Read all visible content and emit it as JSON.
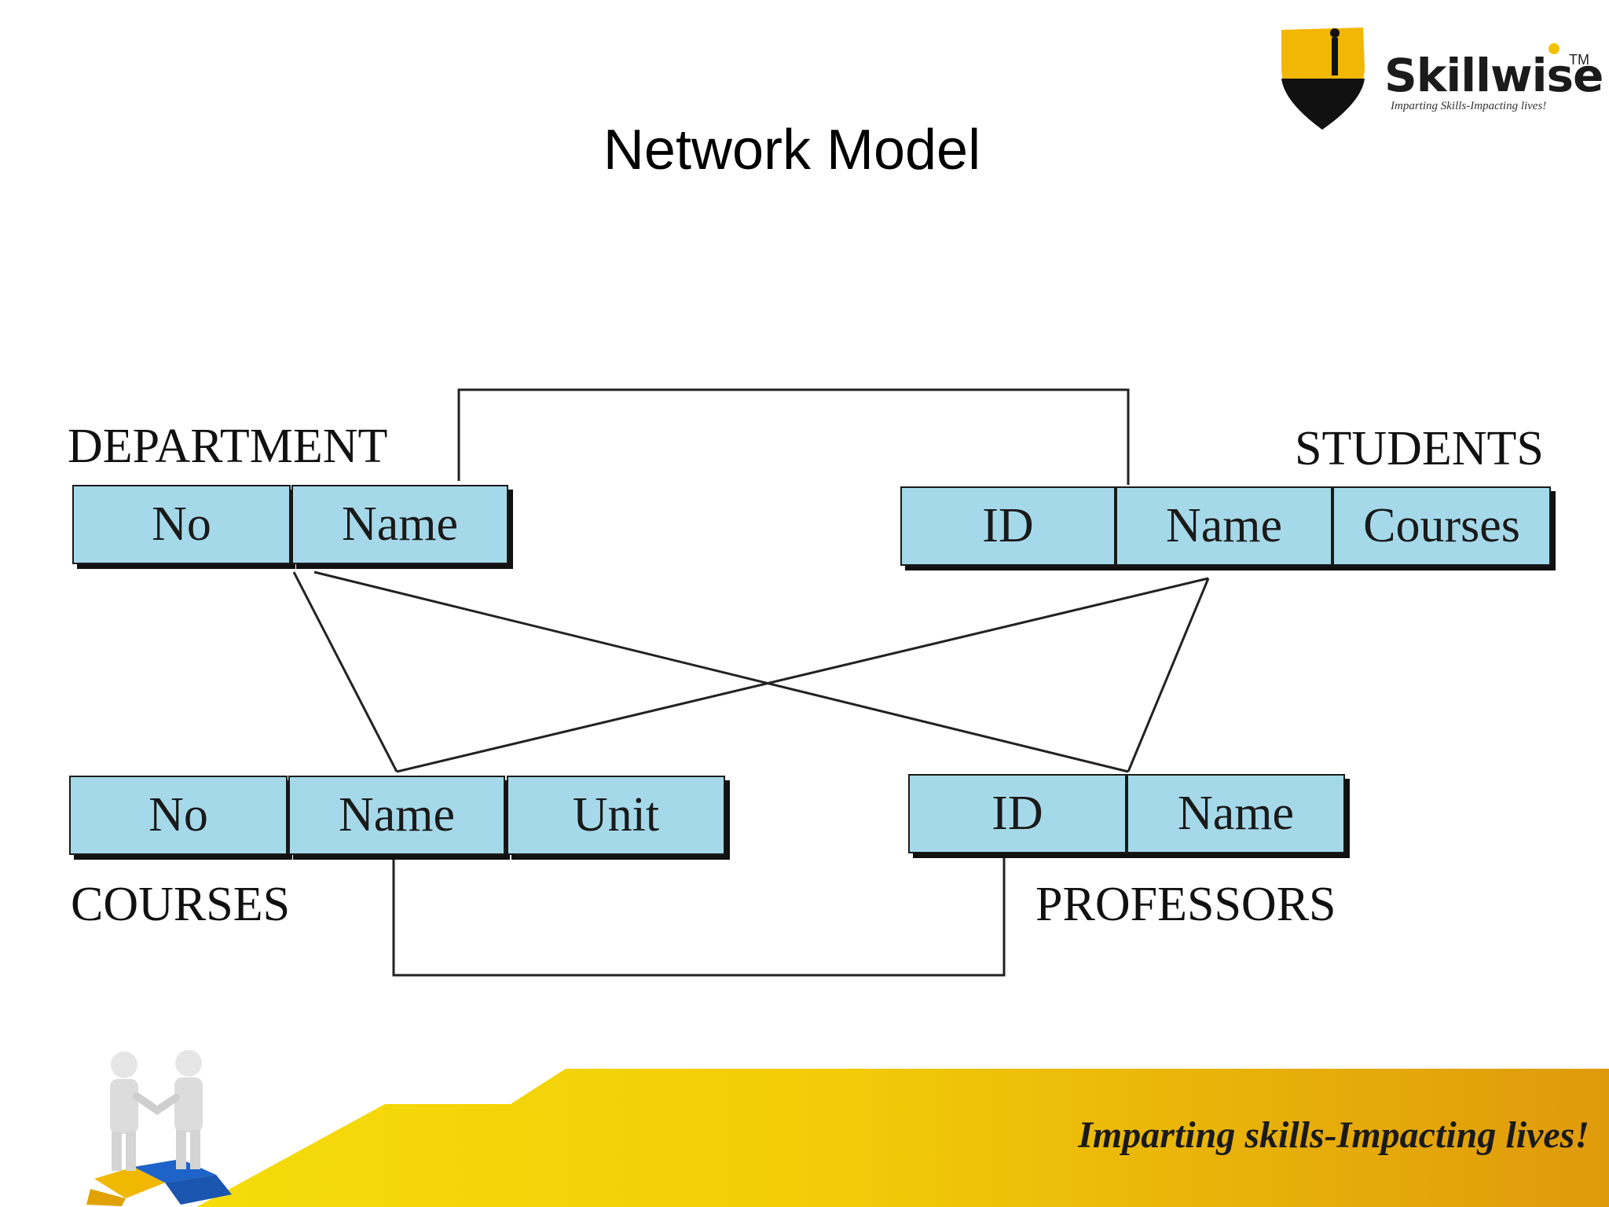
{
  "title": "Network Model",
  "brand": {
    "name": "Skillwise",
    "trademark": "TM",
    "tagline": "Imparting Skills-Impacting lives!"
  },
  "footer": {
    "tagline": "Imparting skills-Impacting lives!"
  },
  "diagram": {
    "records": {
      "department": {
        "label": "DEPARTMENT",
        "fields": [
          "No",
          "Name"
        ]
      },
      "students": {
        "label": "STUDENTS",
        "fields": [
          "ID",
          "Name",
          "Courses"
        ]
      },
      "courses": {
        "label": "COURSES",
        "fields": [
          "No",
          "Name",
          "Unit"
        ]
      },
      "professors": {
        "label": "PROFESSORS",
        "fields": [
          "ID",
          "Name"
        ]
      }
    },
    "links": [
      {
        "from": "department.Name",
        "to": "students.ID"
      },
      {
        "from": "department.Name",
        "to": "courses.Name"
      },
      {
        "from": "department.Name",
        "to": "professors.ID"
      },
      {
        "from": "students.Name",
        "to": "courses.Name"
      },
      {
        "from": "students.Name",
        "to": "professors.ID"
      },
      {
        "from": "courses.Name",
        "to": "professors.ID"
      }
    ]
  },
  "colors": {
    "field_fill": "#a5d9ea",
    "footer_yellow": "#f5d80a",
    "footer_orange": "#e0a00a"
  }
}
